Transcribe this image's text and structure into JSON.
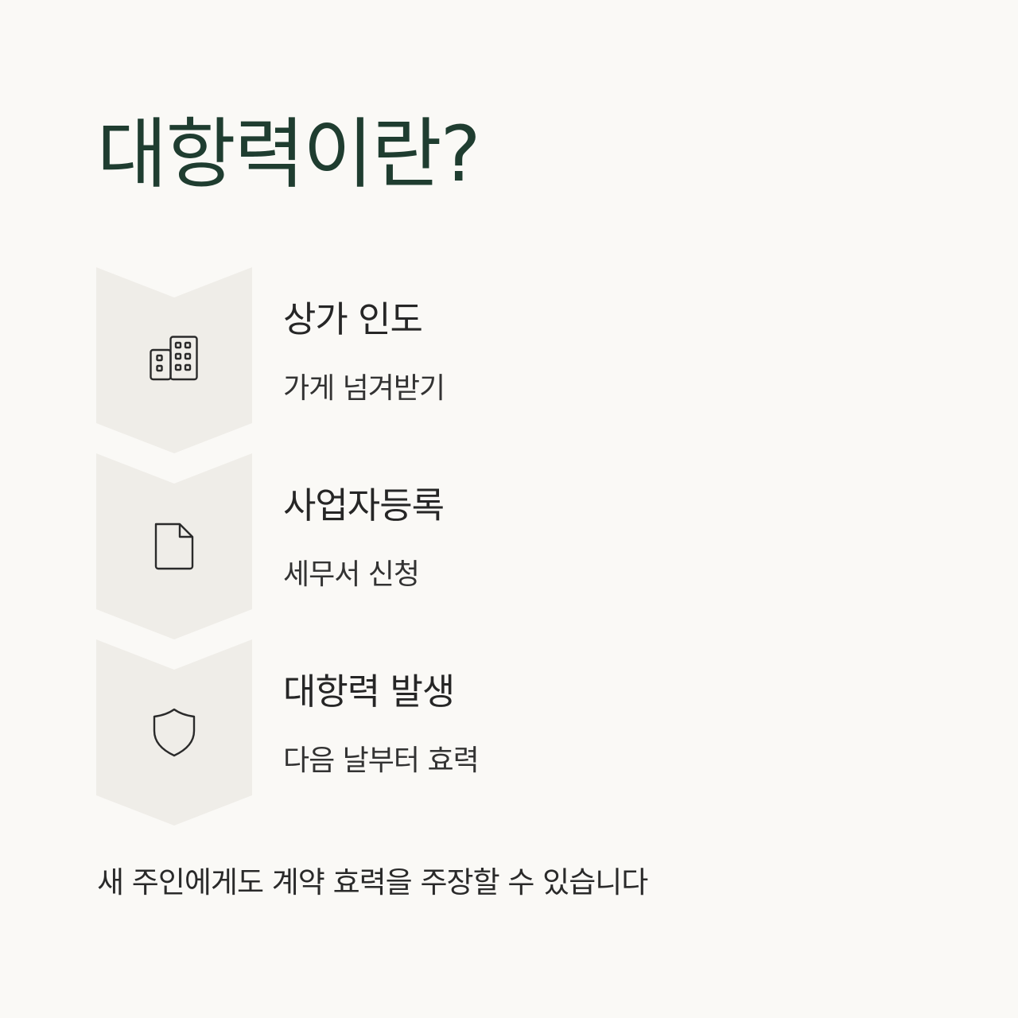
{
  "title": "대항력이란?",
  "colors": {
    "background": "#faf9f6",
    "title": "#1f3d30",
    "chevron_fill": "#efede8",
    "icon_stroke": "#2a2a2a"
  },
  "steps": [
    {
      "icon": "building-icon",
      "title": "상가 인도",
      "description": "가게 넘겨받기"
    },
    {
      "icon": "document-icon",
      "title": "사업자등록",
      "description": "세무서 신청"
    },
    {
      "icon": "shield-icon",
      "title": "대항력 발생",
      "description": "다음 날부터 효력"
    }
  ],
  "footer": "새 주인에게도 계약 효력을 주장할 수 있습니다"
}
